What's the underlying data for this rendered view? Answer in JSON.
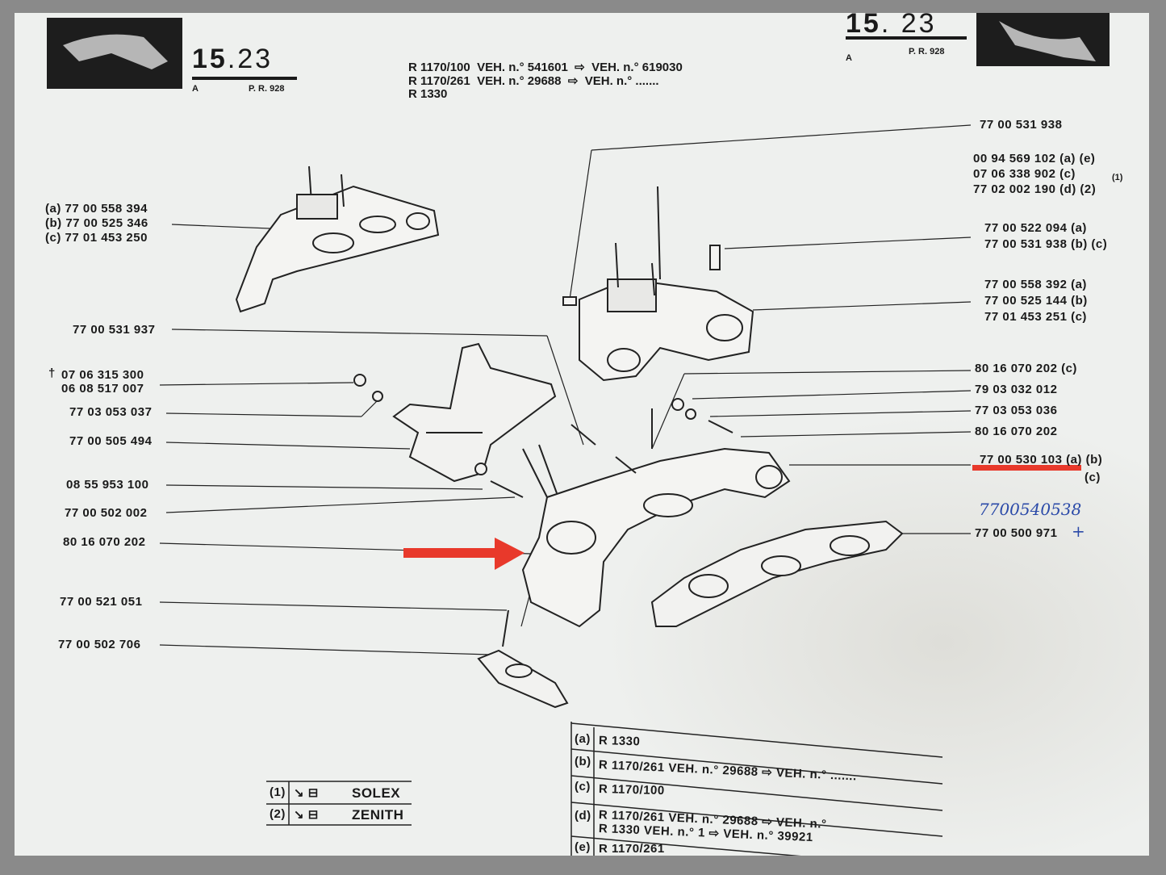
{
  "header_left": {
    "section": "15",
    "subsection": ".23",
    "variant": "A",
    "pr": "P. R. 928"
  },
  "header_right": {
    "section": "15",
    "subsection": ". 23",
    "variant": "A",
    "pr": "P. R. 928"
  },
  "applicability": [
    {
      "model": "R 1170/100",
      "veh": "VEH. n.° 541601",
      "to": "VEH. n.° 619030"
    },
    {
      "model": "R 1170/261",
      "veh": "VEH. n.°   29688",
      "to": "VEH. n.° ......."
    },
    {
      "model": "R 1330"
    }
  ],
  "left_parts": {
    "group_a": "(a)  77  00  558  394",
    "group_b": "(b)  77  00  525  346",
    "group_c": "(c)  77  01  453  250",
    "p1": "77  00  531  937",
    "p2_dagger": "†",
    "p2a": "07  06  315  300",
    "p2b": "06  08  517  007",
    "p3": "77  03  053  037",
    "p4": "77  00  505  494",
    "p5": "08  55  953  100",
    "p6": "77  00  502  002",
    "p7": "80  16  070  202",
    "p8": "77  00  521  051",
    "p9": "77  00  502  706"
  },
  "right_parts": {
    "r1": "77  00  531  938",
    "r2a": "00  94  569  102  (a) (e)",
    "r2b": "07  06  338  902  (c)",
    "r2c": "77  02  002  190  (d)  (2)",
    "r2_note": "(1)",
    "r3a": "77  00  522  094  (a)",
    "r3b": "77  00  531  938  (b)  (c)",
    "r4a": "77  00  558  392  (a)",
    "r4b": "77  00  525  144  (b)",
    "r4c": "77  01  453  251  (c)",
    "r5": "80  16  070  202  (c)",
    "r6": "79  03  032  012",
    "r7": "77  03  053  036",
    "r8": "80  16  070  202",
    "r9": "77  00  530  103  (a)  (b)",
    "r9b": "(c)",
    "r10": "77  00  500  971",
    "r10_mark": "+",
    "handwritten": "7700540538"
  },
  "carb_legend": [
    {
      "num": "(1)",
      "name": "SOLEX"
    },
    {
      "num": "(2)",
      "name": "ZENITH"
    }
  ],
  "variants_table": [
    {
      "key": "(a)",
      "text": "R  1330"
    },
    {
      "key": "(b)",
      "text": "R  1170/261   VEH.  n.°    29688     ⇨   VEH.  n.°  ......."
    },
    {
      "key": "(c)",
      "text": "R  1170/100"
    },
    {
      "key": "(d)",
      "text": "R  1170/261   VEH.  n.°    29688     ⇨   VEH.  n.°"
    },
    {
      "key": "",
      "text": "R  1330          VEH.  n.°           1     ⇨   VEH.  n.°     39921"
    },
    {
      "key": "(e)",
      "text": "R  1170/261"
    }
  ],
  "colors": {
    "highlight": "#e8392b",
    "ink": "#1a1a1a",
    "handwriting": "#2b4aa8"
  }
}
